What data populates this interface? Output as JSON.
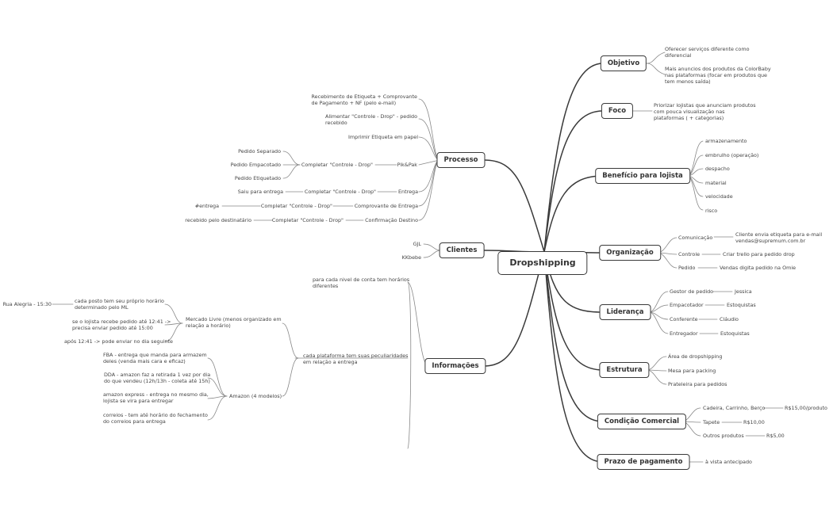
{
  "root": {
    "label": "Dropshipping"
  },
  "branches": {
    "objetivo": {
      "label": "Objetivo",
      "items": [
        "Oferecer serviços diferente como\ndiferencial",
        "Mais anuncios dos produtos da ColorBaby\nnas plataformas (focar em produtos que\ntem menos saída)"
      ]
    },
    "foco": {
      "label": "Foco",
      "items": [
        "Priorizar lojistas que anunciam produtos\ncom pouca visualização nas\nplataformas ( + categorias)"
      ]
    },
    "beneficio": {
      "label": "Benefício para lojista",
      "items": [
        "armazenamento",
        "embrulho (operação)",
        "despacho",
        "material",
        "velocidade",
        "risco"
      ]
    },
    "organizacao": {
      "label": "Organização",
      "items": [
        {
          "label": "Comunicação",
          "detail": "Cliente envia etiqueta para e-mail\nvendas@supremum.com.br"
        },
        {
          "label": "Controle",
          "detail": "Criar trello para pedido drop"
        },
        {
          "label": "Pedido",
          "detail": "Vendas digita pedido na Omie"
        }
      ]
    },
    "lideranca": {
      "label": "Liderança",
      "items": [
        {
          "label": "Gestor de pedido",
          "detail": "Jessica"
        },
        {
          "label": "Empacotador",
          "detail": "Estoquistas"
        },
        {
          "label": "Conferente",
          "detail": "Cláudio"
        },
        {
          "label": "Entregador",
          "detail": "Estoquistas"
        }
      ]
    },
    "estrutura": {
      "label": "Estrutura",
      "items": [
        "Área de dropshipping",
        "Mesa para packing",
        "Prateleira para pedidos"
      ]
    },
    "condicao": {
      "label": "Condição Comercial",
      "items": [
        {
          "label": "Cadeira, Carrinho, Berço",
          "detail": "R$15,00/produto"
        },
        {
          "label": "Tapete",
          "detail": "R$10,00"
        },
        {
          "label": "Outros produtos",
          "detail": "R$5,00"
        }
      ]
    },
    "prazo": {
      "label": "Prazo de pagamento",
      "items": [
        "à vista antecipado"
      ]
    },
    "processo": {
      "label": "Processo",
      "items": {
        "etiqueta": "Recebimento de Etiqueta + Comprovante\nde Pagamento + NF (pelo e-mail)",
        "alimentar": "Alimentar \"Controle - Drop\" - pedido\nrecebido",
        "imprimir": "Imprimir Etiqueta em papel",
        "pikpak": "Pik&Pak",
        "pikpak_completar": "Completar \"Controle - Drop\"",
        "separado": "Pedido Separado",
        "empacotado": "Pedido Empacotado",
        "etiquetado": "Pedido Etiquetado",
        "entrega": "Entrega",
        "entrega_completar": "Completar \"Controle - Drop\"",
        "saiu": "Saiu para entrega",
        "comprovante": "Comprovante de Entrega",
        "comprovante_completar": "Completar \"Controle - Drop\"",
        "hashtag": "#entrega",
        "confirmacao": "Confirmação Destino",
        "confirmacao_completar": "Completar \"Controle - Drop\"",
        "recebido": "recebido pelo destinatário"
      }
    },
    "clientes": {
      "label": "Clientes",
      "items": [
        "GJL",
        "KKbebe"
      ]
    },
    "informacoes": {
      "label": "Informações",
      "items": {
        "nivel": "para cada nivel de conta tem horários\ndiferentes",
        "plataforma": "cada plataforma tem suas peculiaridades\nem relação a entrega",
        "ml": "Mercado Livre (menos organizado em\nrelação a horário)",
        "ml_posto": "cada posto tem seu próprio horário\ndeterminado pelo ML",
        "ml_alegria": "Rua Alegria - 15:30",
        "ml_recebe": "se o lojista recebe pedido até 12:41 ->\nprecisa enviar pedido até 15:00",
        "ml_apos": "após 12:41 -> pode enviar no dia seguinte",
        "amazon": "Amazon (4 modelos)",
        "fba": "FBA - entrega que manda para armazem\ndeles (venda mais cara e eficaz)",
        "dda": "DDA - amazon faz a retirada 1 vez por dia\ndo que vendeu (12h/13h - coleta até 15h)",
        "express": "amazon express - entrega no mesmo dia,\nlojista se vira para entregar",
        "correios": "correios - tem até horário do fechamento\ndo correios para entrega"
      }
    }
  }
}
